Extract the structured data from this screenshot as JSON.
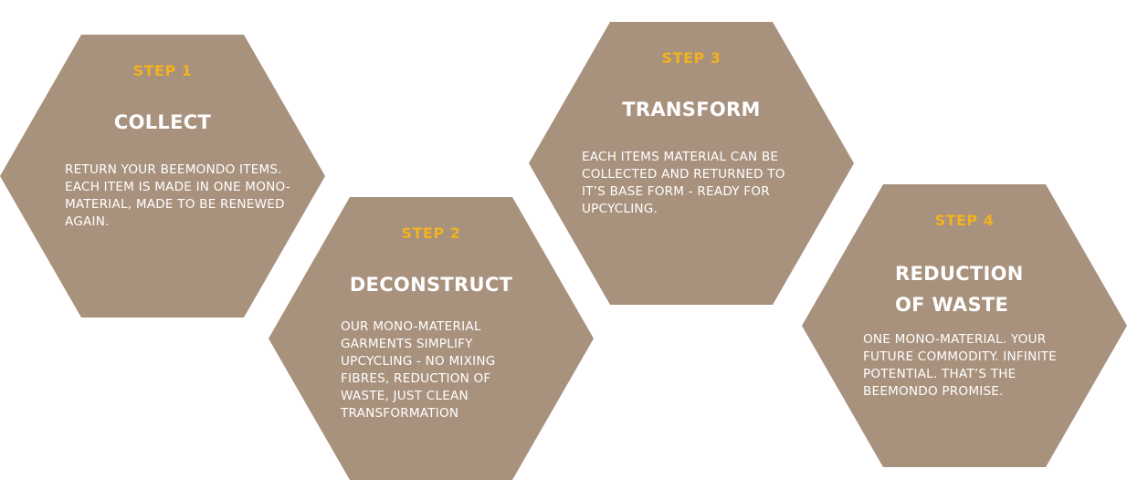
{
  "colors": {
    "hex_fill": "#a8917d",
    "step_label": "#f2b31e",
    "title_text": "#ffffff",
    "body_text": "#ffffff",
    "background": "#ffffff"
  },
  "steps": [
    {
      "label": "STEP 1",
      "title": "COLLECT",
      "description": "RETURN YOUR BEEMONDO ITEMS. EACH ITEM IS MADE IN ONE MONO-MATERIAL, MADE TO BE RENEWED AGAIN."
    },
    {
      "label": "STEP 2",
      "title": "DECONSTRUCT",
      "description": "OUR MONO-MATERIAL GARMENTS SIMPLIFY UPCYCLING - NO MIXING FIBRES, REDUCTION OF WASTE, JUST CLEAN TRANSFORMATION"
    },
    {
      "label": "STEP 3",
      "title": "TRANSFORM",
      "description": "EACH ITEMS MATERIAL CAN BE COLLECTED AND RETURNED TO IT’S BASE FORM - READY FOR UPCYCLING."
    },
    {
      "label": "STEP 4",
      "title_line1": "REDUCTION",
      "title_line2": "OF WASTE",
      "description": "ONE MONO-MATERIAL. YOUR FUTURE COMMODITY. INFINITE POTENTIAL. THAT’S THE BEEMONDO PROMISE."
    }
  ]
}
